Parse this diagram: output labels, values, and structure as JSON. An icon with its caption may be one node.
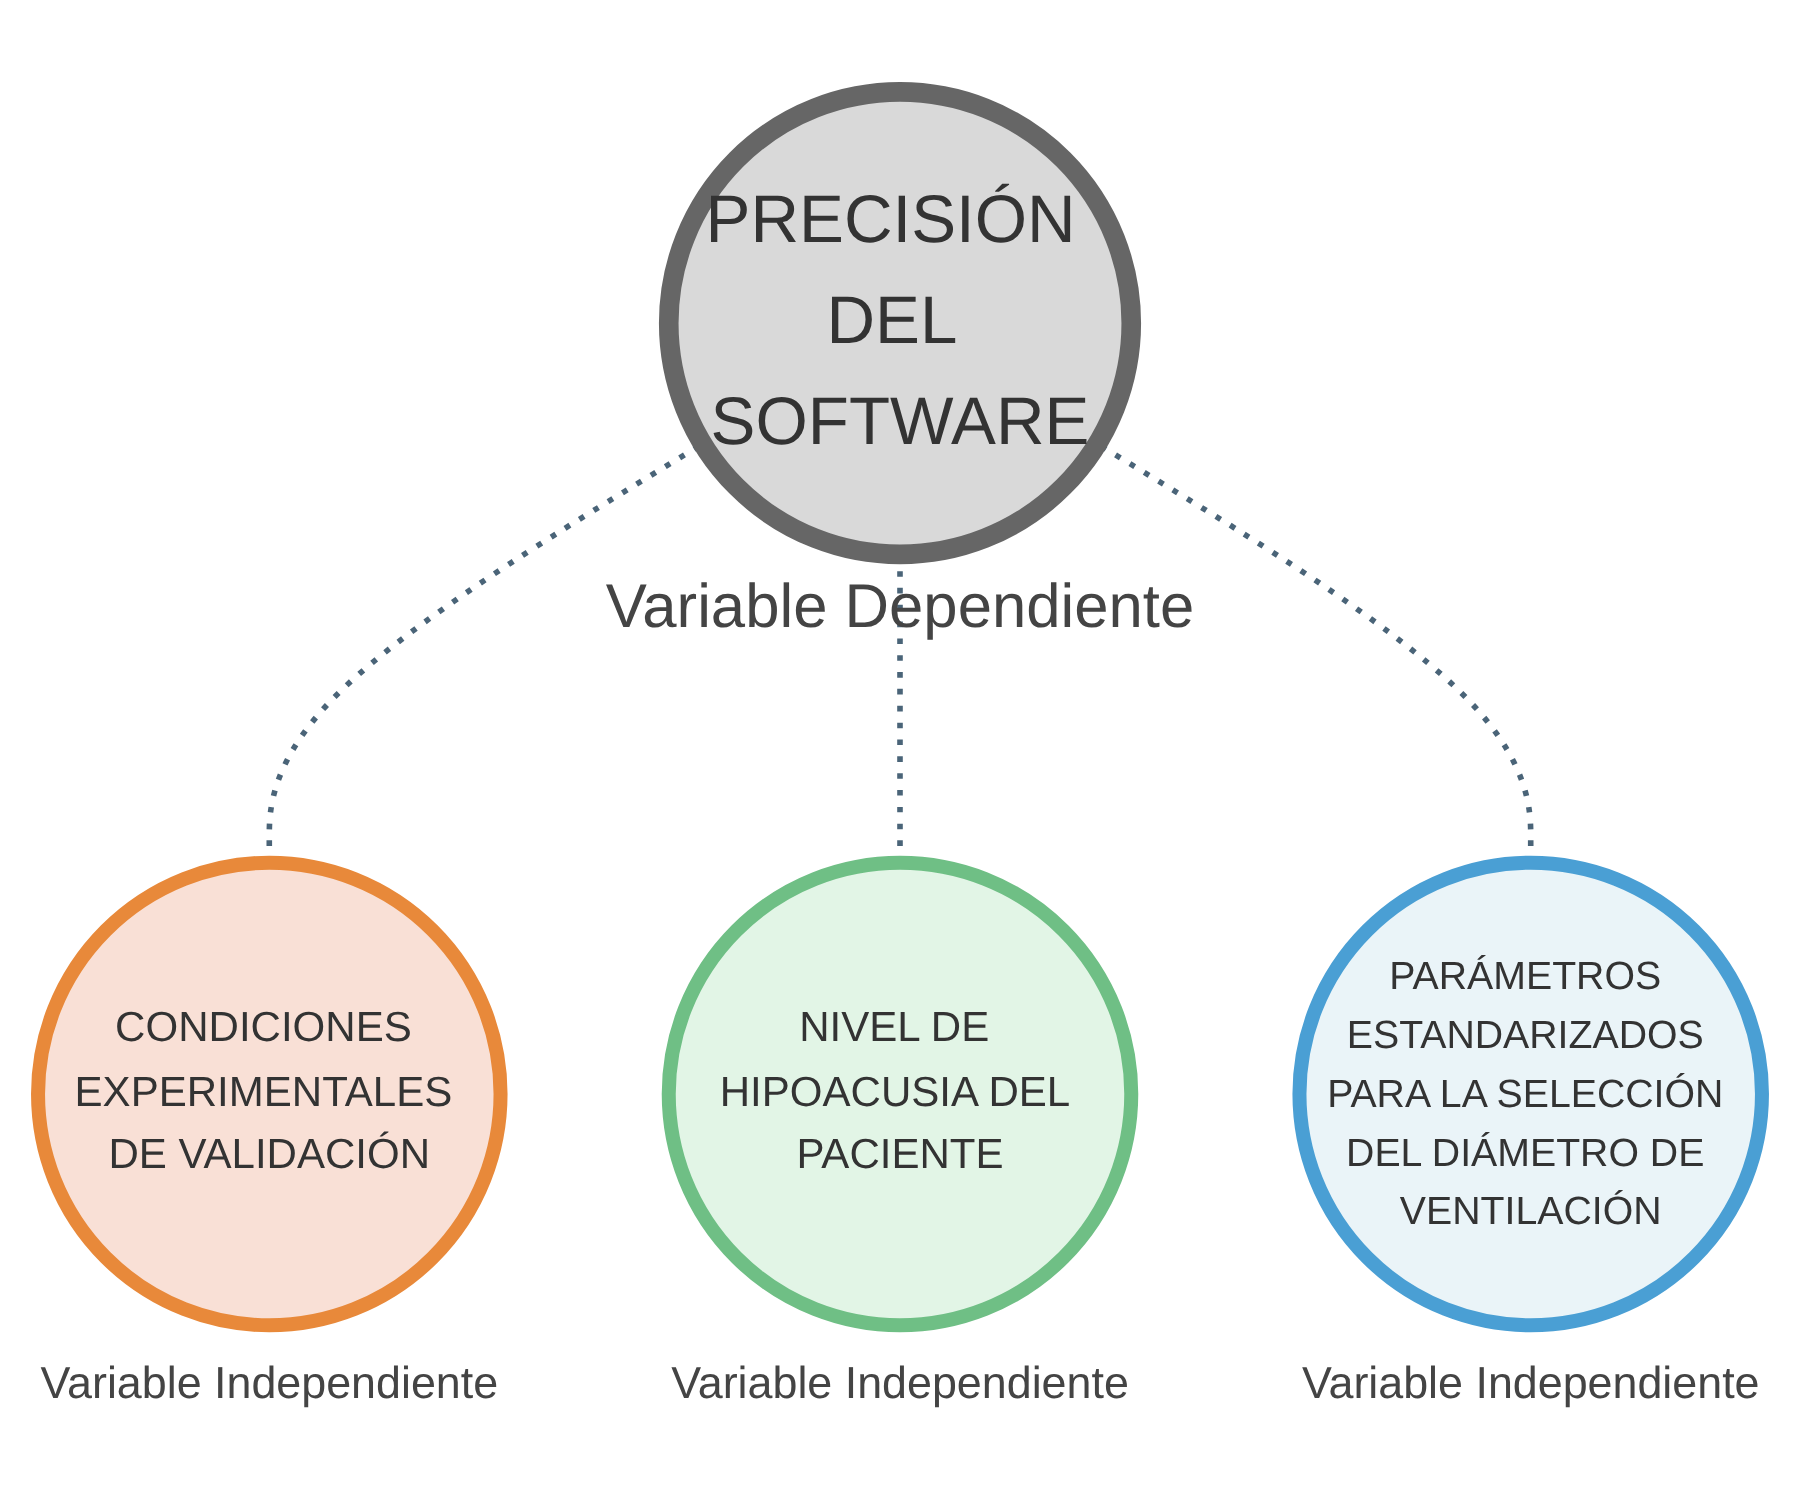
{
  "diagram": {
    "nodes": [
      {
        "text": [
          "CONDICIONES EXPERIMENTALES DE VALIDACIÓN"
        ],
        "beside": [
          "Variable Independiente"
        ]
      },
      {
        "text": [
          "NIVEL DE HIPOACUSIA DEL PACIENTE"
        ],
        "beside": [
          "Variable Independiente"
        ]
      },
      {
        "text": [
          "PARÁMETROS ESTANDARIZADOS PARA LA SELECCIÓN DEL DIÁMETRO DE VENTILACIÓN"
        ],
        "beside": [
          "Variable Independiente"
        ]
      },
      {
        "text": [
          "PRECISIÓN DEL SOFTWARE"
        ],
        "beside": [
          "Variable Dependiente"
        ]
      }
    ],
    "edges": [
      {
        "from": 0,
        "to": 3,
        "arrow": "none",
        "style": "dashed"
      },
      {
        "from": 1,
        "to": 3,
        "arrow": "none",
        "style": "dashed"
      },
      {
        "from": 2,
        "to": 3,
        "arrow": "none",
        "style": "dashed"
      }
    ]
  }
}
